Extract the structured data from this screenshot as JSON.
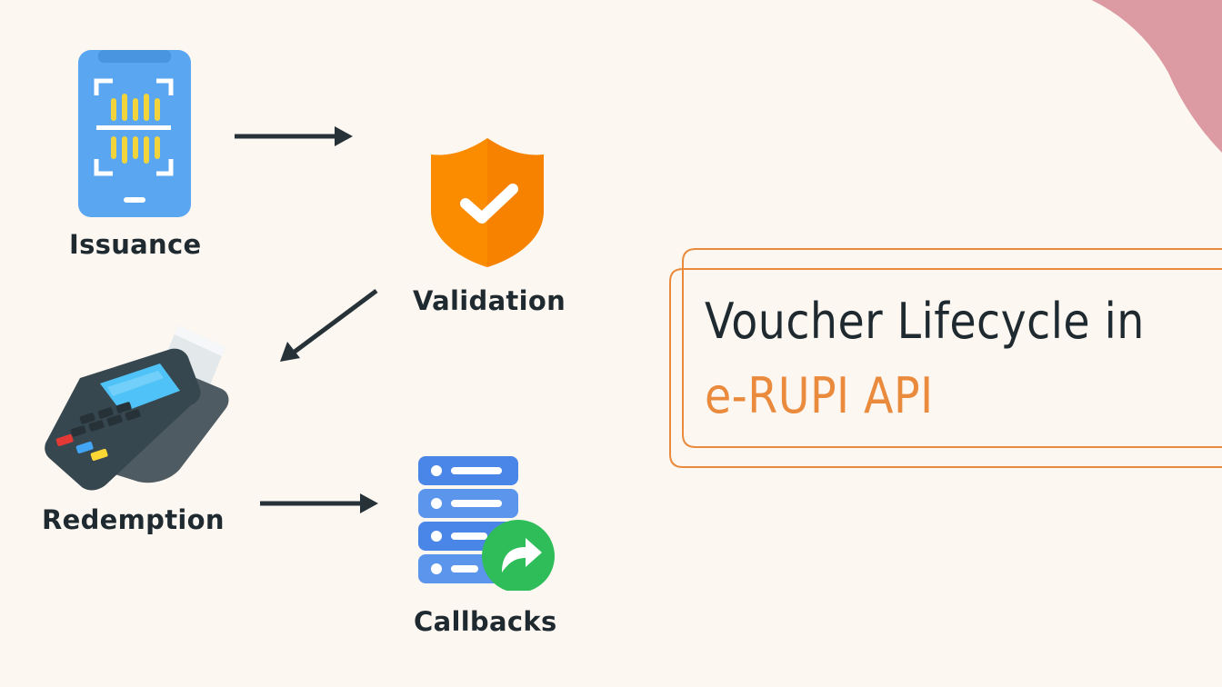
{
  "diagram": {
    "title_line1": "Voucher Lifecycle in",
    "title_line2": "e-RUPI API",
    "title_color": "#1e2a2f",
    "title_accent_color": "#ea8a3c",
    "frame_color": "#ea8a3c",
    "background_color": "#fdf7f2",
    "blob_color": "#dc9aa2",
    "arrow_color": "#263238",
    "steps": [
      {
        "label": "Issuance",
        "icon": "phone-scan-icon"
      },
      {
        "label": "Validation",
        "icon": "shield-check-icon"
      },
      {
        "label": "Redemption",
        "icon": "pos-terminal-icon"
      },
      {
        "label": "Callbacks",
        "icon": "server-callback-icon"
      }
    ]
  }
}
